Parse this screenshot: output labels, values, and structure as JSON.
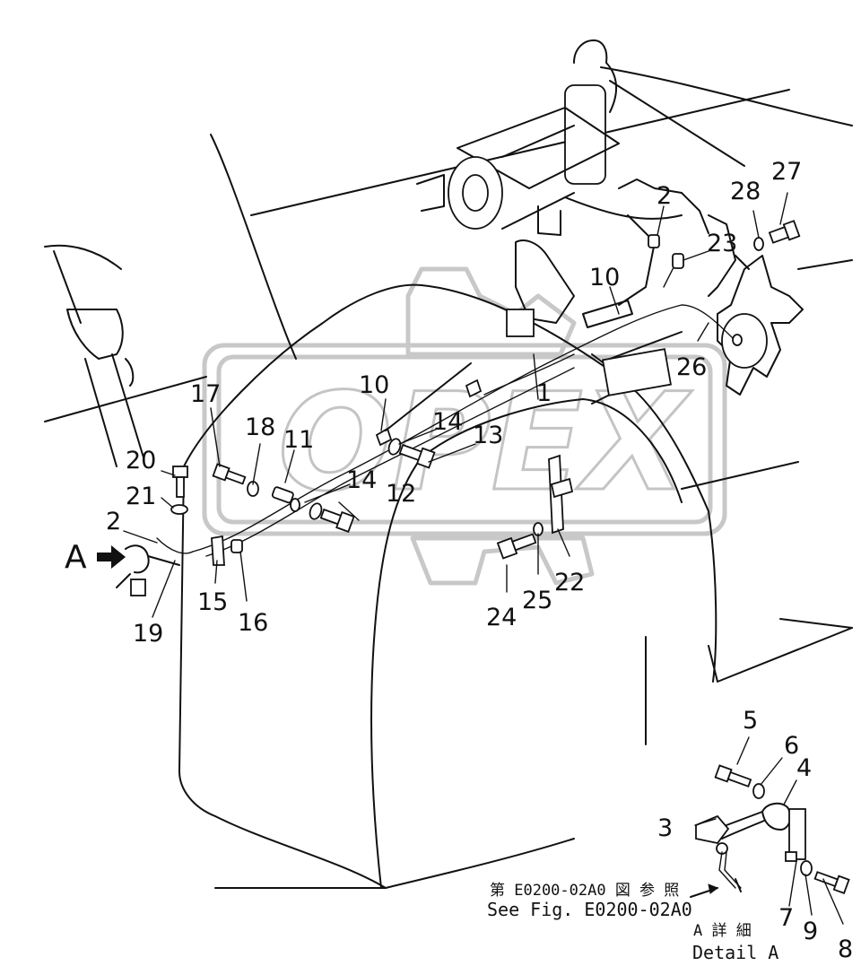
{
  "diagram": {
    "watermark_text": "OPEX",
    "view_label": "A",
    "callouts": [
      "1",
      "2",
      "2",
      "3",
      "4",
      "5",
      "6",
      "7",
      "8",
      "9",
      "10",
      "10",
      "11",
      "12",
      "13",
      "14",
      "14",
      "15",
      "16",
      "17",
      "18",
      "19",
      "20",
      "21",
      "22",
      "23",
      "24",
      "25",
      "26",
      "27",
      "28"
    ],
    "reference_jp": "第 E0200-02A0 図 参 照",
    "reference_en": "See Fig. E0200-02A0",
    "detail_jp": "A 詳 細",
    "detail_en": "Detail A"
  }
}
